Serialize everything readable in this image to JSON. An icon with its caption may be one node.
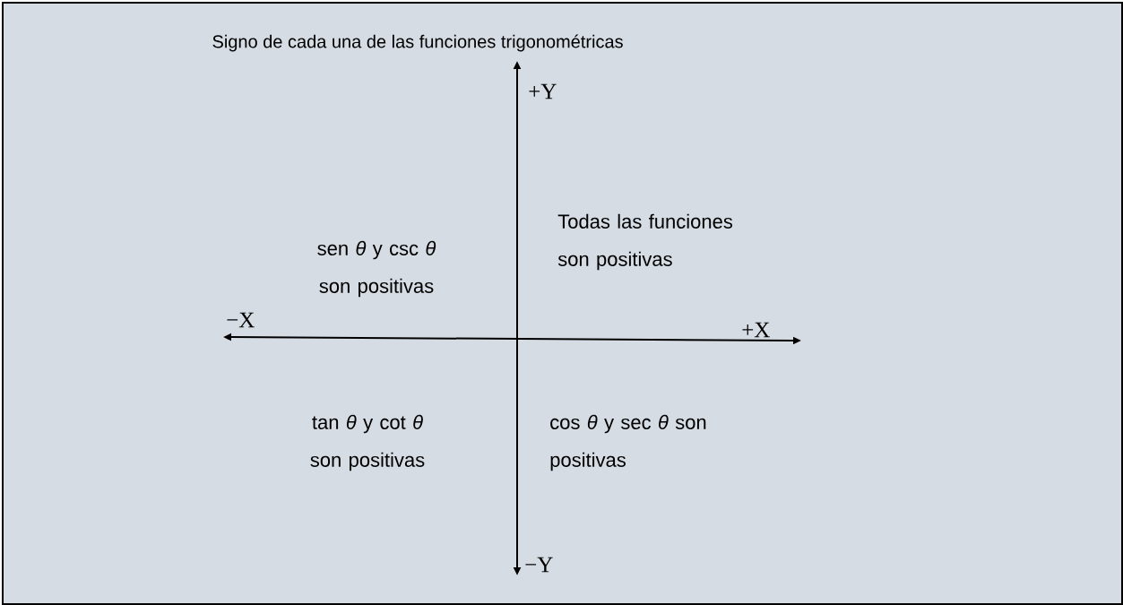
{
  "diagram": {
    "title": "Signo de cada una de las funciones trigonométricas",
    "labels": [
      "+Y",
      "sen *θ* y csc *θ* son positivas",
      "Todas las funciones son positivas",
      "−X",
      "+X",
      "tan *θ* y cot *θ* son positivas",
      "cos *θ* y sec *θ* son positivas",
      "−Y"
    ]
  }
}
